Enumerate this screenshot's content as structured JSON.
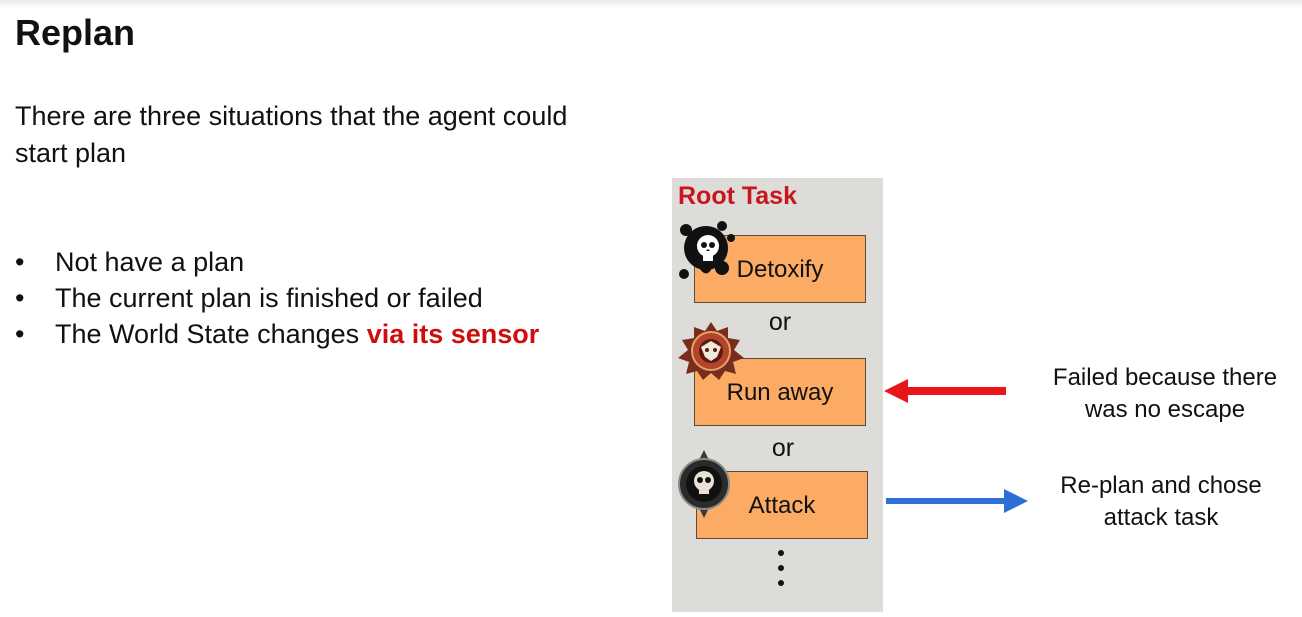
{
  "slide": {
    "title": "Replan",
    "intro": "There are three situations that the agent could start plan",
    "bullets": [
      {
        "text": "Not have a plan",
        "highlight": ""
      },
      {
        "text": "The current plan is finished or failed",
        "highlight": ""
      },
      {
        "text": "The World State changes ",
        "highlight": "via its sensor"
      }
    ],
    "bullet_symbol": "•"
  },
  "diagram": {
    "root_label": "Root Task",
    "tasks": [
      {
        "label": "Detoxify",
        "icon": "poison-skull-icon"
      },
      {
        "label": "Run away",
        "icon": "flee-emblem-icon"
      },
      {
        "label": "Attack",
        "icon": "skull-badge-icon"
      }
    ],
    "or_labels": [
      "or",
      "or"
    ],
    "more_indicator": "vertical-ellipsis"
  },
  "annotations": {
    "failed": "Failed because there was no escape",
    "replan": "Re-plan and chose attack task"
  },
  "colors": {
    "accent_red": "#d00d0d",
    "task_fill": "#fbab64",
    "panel_bg": "#dddcd9",
    "arrow_red": "#e8161b",
    "arrow_blue": "#2c6fd6"
  }
}
